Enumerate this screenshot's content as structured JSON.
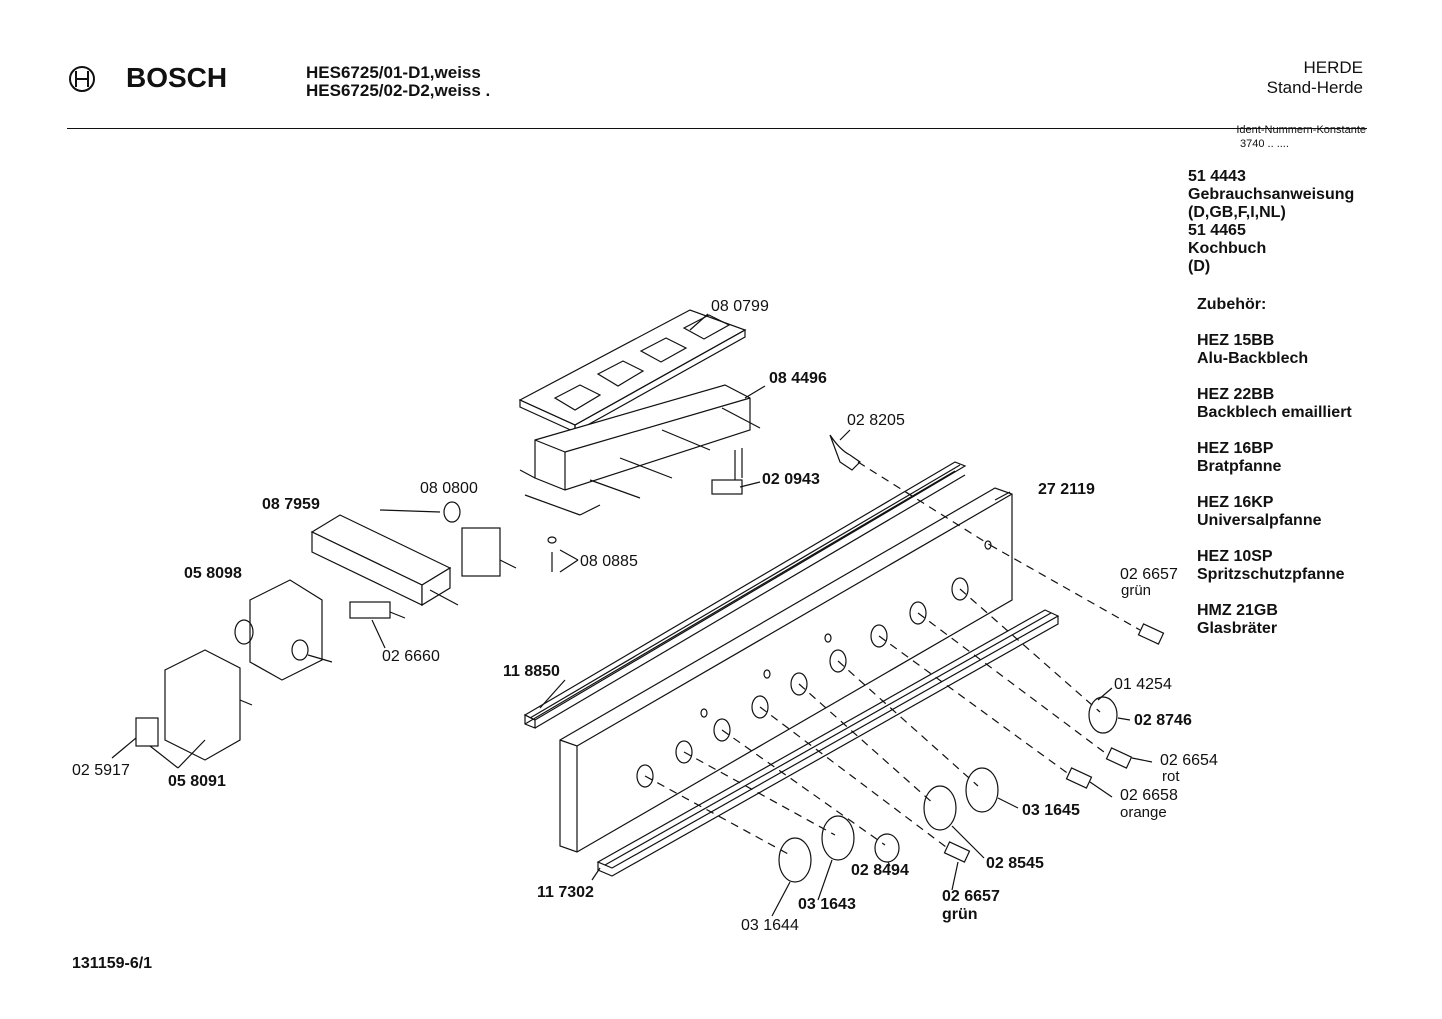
{
  "header": {
    "brand": "BOSCH",
    "model_lines": [
      "HES6725/01-D1,weiss",
      "HES6725/02-D2,weiss ."
    ],
    "category": "HERDE",
    "subcategory": "Stand-Herde"
  },
  "ident": {
    "label": "Ident-Nummern-Konstante",
    "value": "3740 .. ...."
  },
  "sidebar": {
    "manual_number": "51 4443",
    "manual_title": "Gebrauchsanweisung",
    "manual_languages": "(D,GB,F,I,NL)",
    "cookbook_number": "51 4465",
    "cookbook_title": "Kochbuch",
    "cookbook_language": "(D)",
    "accessories_heading": "Zubehör:",
    "accessories": [
      {
        "code": "HEZ 15BB",
        "name": "Alu-Backblech"
      },
      {
        "code": "HEZ 22BB",
        "name": "Backblech emailliert"
      },
      {
        "code": "HEZ 16BP",
        "name": "Bratpfanne"
      },
      {
        "code": "HEZ 16KP",
        "name": "Universalpfanne"
      },
      {
        "code": "HEZ 10SP",
        "name": "Spritzschutzpfanne"
      },
      {
        "code": "HMZ 21GB",
        "name": "Glasbräter"
      }
    ]
  },
  "parts": {
    "p080799": "08 0799",
    "p084496": "08 4496",
    "p028205": "02 8205",
    "p080800": "08 0800",
    "p087959": "08 7959",
    "p020943": "02 0943",
    "p272119": "27 2119",
    "p080885": "08 0885",
    "p058098": "05 8098",
    "p026657a": "02 6657",
    "p026657a_color": "grün",
    "p026660": "02 6660",
    "p118850": "11 8850",
    "p014254": "01 4254",
    "p028746": "02 8746",
    "p026654": "02 6654",
    "p026654_color": "rot",
    "p025917": "02 5917",
    "p058091": "05 8091",
    "p026658": "02 6658",
    "p026658_color": "orange",
    "p031645": "03 1645",
    "p028545": "02 8545",
    "p028494": "02 8494",
    "p117302": "11 7302",
    "p031643": "03 1643",
    "p031644": "03 1644",
    "p026657b": "02 6657",
    "p026657b_color": "grün"
  },
  "footer": {
    "drawing_number": "131159-6/1"
  }
}
